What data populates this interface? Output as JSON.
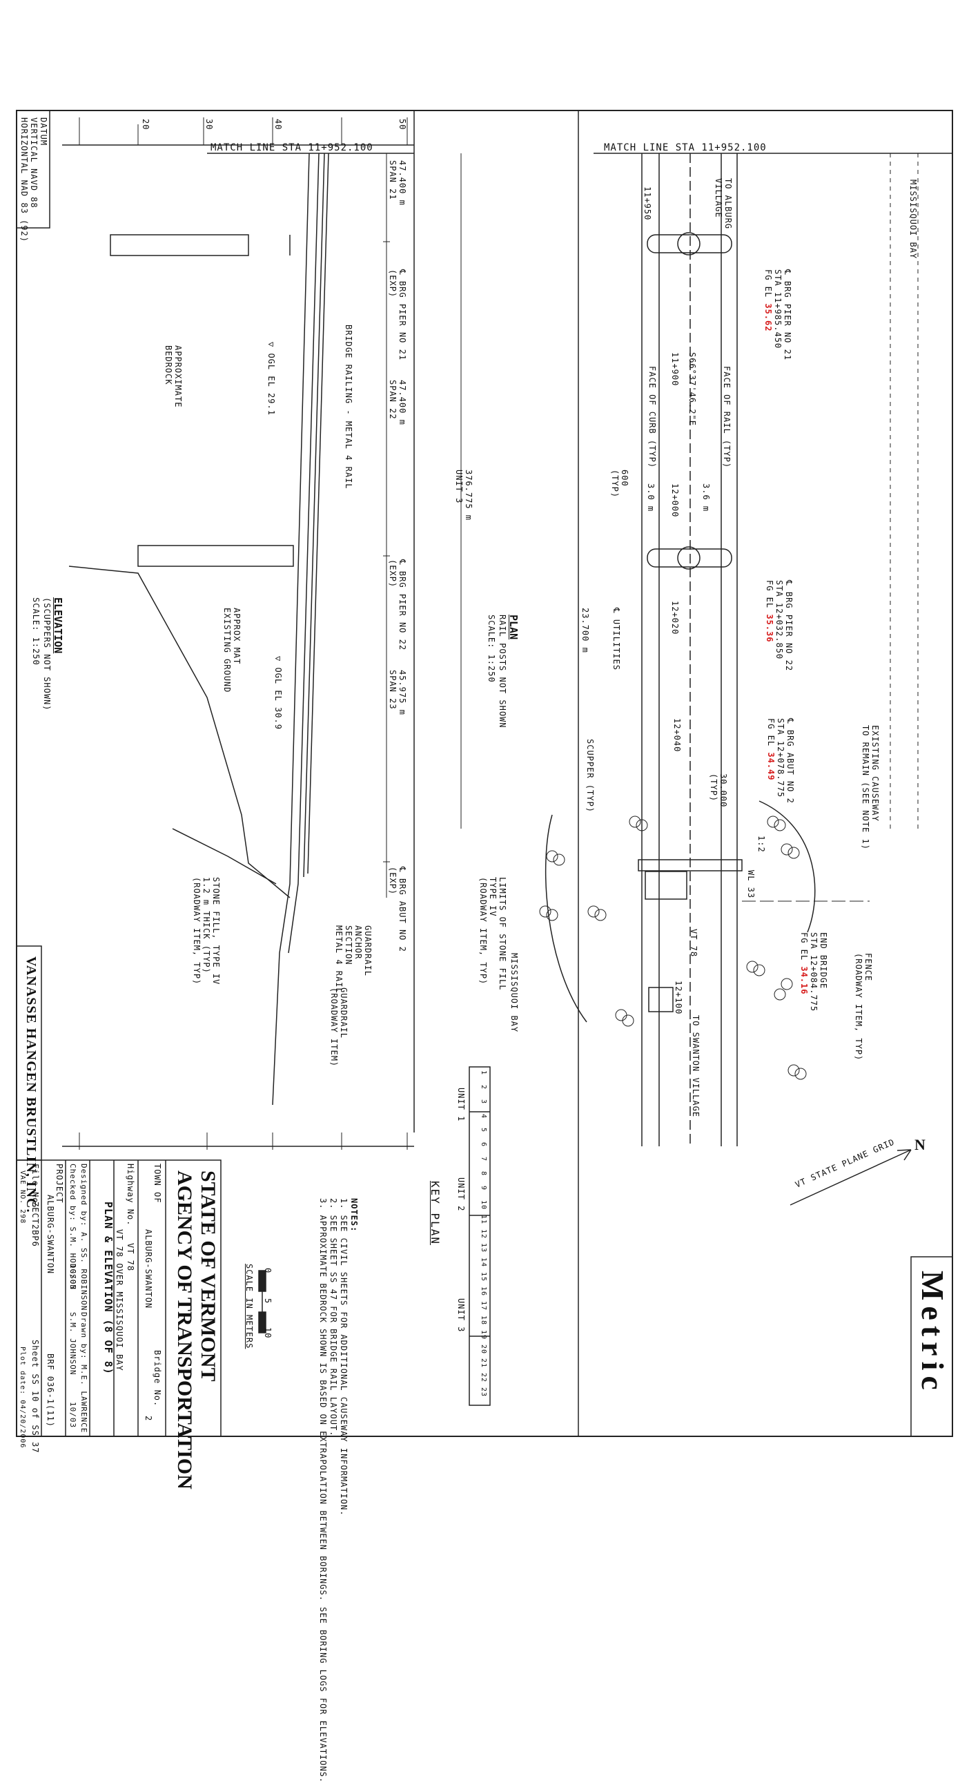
{
  "datum": {
    "lines": [
      "DATUM",
      "VERTICAL NAVD 88",
      "HORIZONTAL NAD 83 (92)"
    ]
  },
  "elevation": {
    "match_line": "MATCH LINE STA 11+952.100",
    "scale_ticks": [
      "20",
      "30",
      "40",
      "50"
    ],
    "span_21": [
      "47.400 m",
      "SPAN 21"
    ],
    "pier_21": [
      "℄ BRG PIER NO 21",
      "(EXP)"
    ],
    "bridge_railing": "BRIDGE RAILING - METAL 4 RAIL",
    "approx_bedrock": [
      "APPROXIMATE",
      "BEDROCK"
    ],
    "og_el_1": "▽ OGL EL 29.1",
    "span_22": [
      "47.400 m",
      "SPAN 22"
    ],
    "pier_22": [
      "℄ BRG PIER NO 22",
      "(EXP)"
    ],
    "og_el_2": "▽ OGL EL 30.9",
    "approx_ground": [
      "APPROX MAT",
      "EXISTING GROUND"
    ],
    "span_23": [
      "45.975 m",
      "SPAN 23"
    ],
    "abut_2": [
      "℄ BRG ABUT NO 2",
      "(EXP)"
    ],
    "stone_fill": [
      "STONE FILL, TYPE IV",
      "1.2 m THICK (TYP)",
      "(ROADWAY ITEM, TYP)"
    ],
    "guardrail_anchor": [
      "GUARDRAIL",
      "ANCHOR",
      "SECTION",
      "METAL 4 RAIL"
    ],
    "guardrail": [
      "GUARDRAIL",
      "(ROADWAY ITEM)"
    ],
    "title": "ELEVATION",
    "subtitle": "(SCUPPERS NOT SHOWN)",
    "scale": "SCALE: 1:250"
  },
  "plan": {
    "unit_len": [
      "376.775 m",
      "UNIT 3"
    ],
    "title": "PLAN",
    "note": "RAIL POSTS NOT SHOWN",
    "scale": "SCALE: 1:250",
    "match_line": "MATCH LINE STA 11+952.100",
    "missisquoi_bay_top": "MISSISQUOI BAY",
    "to_alburg": [
      "TO ALBURG",
      "VILLAGE"
    ],
    "sta_11950": "11+950",
    "sta_11900": "11+900",
    "pier21": [
      "℄ BRG PIER NO 21",
      "STA 11+985.450",
      "FG EL"
    ],
    "pier21_red": "35.62",
    "face_rail": "FACE OF RAIL (TYP)",
    "bearing": "S66°37'46.2\"E",
    "face_curb": "FACE OF CURB (TYP)",
    "dim_12": "12+000",
    "dim_36": "3.6 m",
    "dim_30": "3.0 m",
    "dim_600": [
      "600",
      "(TYP)"
    ],
    "pier22": [
      "℄ BRG PIER NO 22",
      "STA 12+032.850",
      "FG EL"
    ],
    "pier22_red": "35.36",
    "sta_12020": "12+020",
    "utilities": "℄ UTILITIES",
    "len_23": "23.700 m",
    "abut2": [
      "℄ BRG ABUT NO 2",
      "STA 12+078.775",
      "FG EL"
    ],
    "abut2_red": "34.49",
    "sta_12040": "12+040",
    "dim_3000": [
      "30.000",
      "(TYP)"
    ],
    "scupper": "SCUPPER (TYP)",
    "existing_causeway": [
      "EXISTING CAUSEWAY",
      "TO REMAIN (SEE NOTE 1)"
    ],
    "limits_stone": [
      "LIMITS OF STONE FILL",
      "TYPE IV",
      "(ROADWAY ITEM, TYP)"
    ],
    "end_bridge": [
      "END BRIDGE",
      "STA 12+084.775",
      "FG EL"
    ],
    "end_bridge_red": "34.16",
    "fence": [
      "FENCE",
      "(ROADWAY ITEM, TYP)"
    ],
    "vt78": "VT 78",
    "sta_12100": "12+100",
    "to_swanton": "TO SWANTON VILLAGE",
    "missisquoi_bay": "MISSISQUOI BAY",
    "wl": "WL 33",
    "ratio_12": "1:2"
  },
  "notes": {
    "heading": "NOTES:",
    "items": [
      "1. SEE CIVIL SHEETS FOR ADDITIONAL CAUSEWAY INFORMATION.",
      "2. SEE SHEET SS 47 FOR BRIDGE RAIL LAYOUT.",
      "3. APPROXIMATE BEDROCK SHOWN IS BASED ON EXTRAPOLATION BETWEEN BORINGS. SEE BORING LOGS FOR ELEVATIONS."
    ]
  },
  "key_plan": {
    "title": "KEY PLAN",
    "units": [
      "UNIT 1",
      "UNIT 2",
      "UNIT 3"
    ],
    "numbers": [
      "1",
      "2",
      "3",
      "4",
      "5",
      "6",
      "7",
      "8",
      "9",
      "10",
      "11",
      "12",
      "13",
      "14",
      "15",
      "16",
      "17",
      "18",
      "19",
      "20",
      "21",
      "22",
      "23"
    ]
  },
  "scale_bar": {
    "label": "SCALE IN METERS",
    "ticks": [
      "0",
      "5",
      "10"
    ]
  },
  "north": {
    "letter": "N",
    "label": "VT STATE PLANE GRID"
  },
  "metric_logo": "Metric",
  "firm": "VANASSE HANGEN BRUSTLIN, INC.",
  "title_block": {
    "agency_1": "STATE OF VERMONT",
    "agency_2": "AGENCY OF TRANSPORTATION",
    "town_label": "TOWN OF",
    "town": "ALBURG-SWANTON",
    "bridge_no_label": "Bridge No.",
    "bridge_no": "2",
    "highway_label": "Highway No.",
    "highway": "VT 78",
    "location": "VT 78 OVER MISSISQUOI BAY",
    "sheet_title": "PLAN & ELEVATION (8 OF 8)",
    "designed": "Designed by: A. SS. ROBINSON",
    "drawn": "Drawn by: M.E. LAWRENCE",
    "checked": "Checked by: S.M. HODGSON",
    "date_1": "10/03",
    "bridge_engineer": "S.M. JOHNSON",
    "date_2": "10/03",
    "project_label": "PROJECT",
    "project": "ALBURG-SWANTON",
    "project_no": "BRF 036-1(11)",
    "file_no_label": "File No.",
    "file_no": "ZECT2BP6",
    "sheet": "Sheet SS 10 of SS 37",
    "vtrans": "VAE NO. 298",
    "plot": "Plot date: 04/20/2006"
  }
}
